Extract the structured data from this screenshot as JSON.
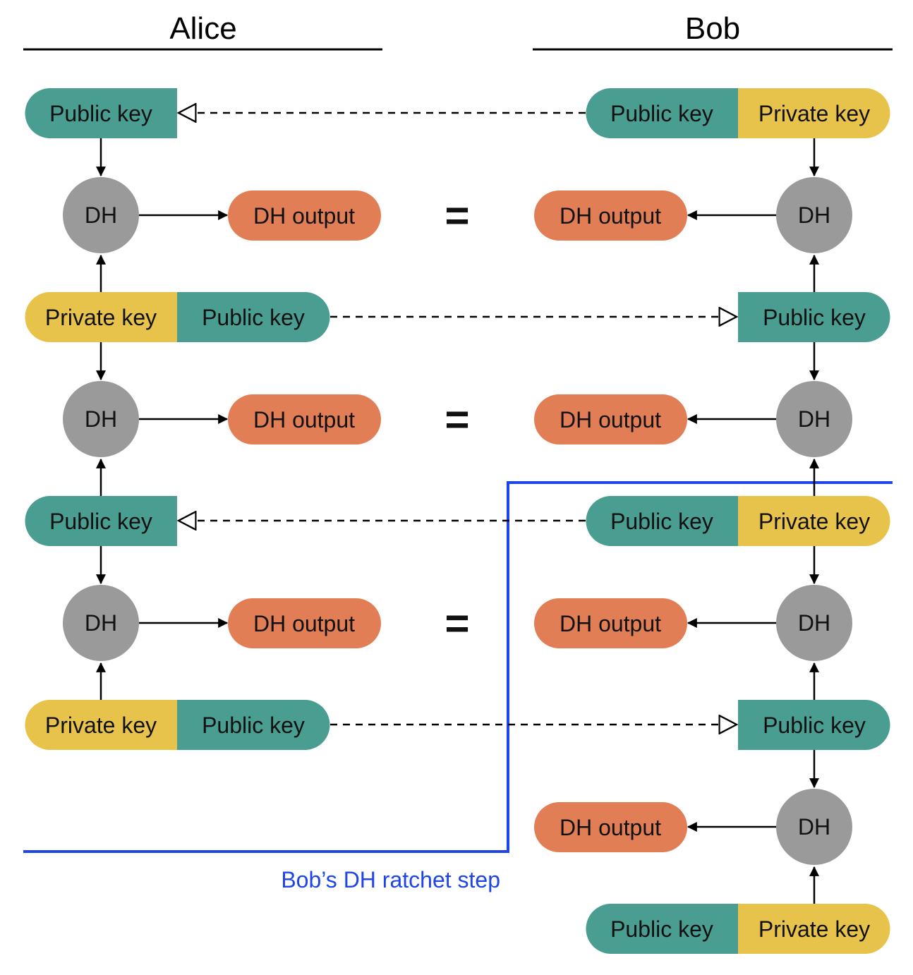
{
  "headers": {
    "alice": "Alice",
    "bob": "Bob"
  },
  "labels": {
    "public_key": "Public key",
    "private_key": "Private key",
    "dh": "DH",
    "dh_output": "DH output",
    "equals": "="
  },
  "caption": "Bob’s DH ratchet step",
  "colors": {
    "public_key": "#4a9d91",
    "private_key": "#e8c34b",
    "dh_output": "#e27e55",
    "dh_node": "#9a9a9a",
    "ratchet_line": "#1f44e8"
  }
}
